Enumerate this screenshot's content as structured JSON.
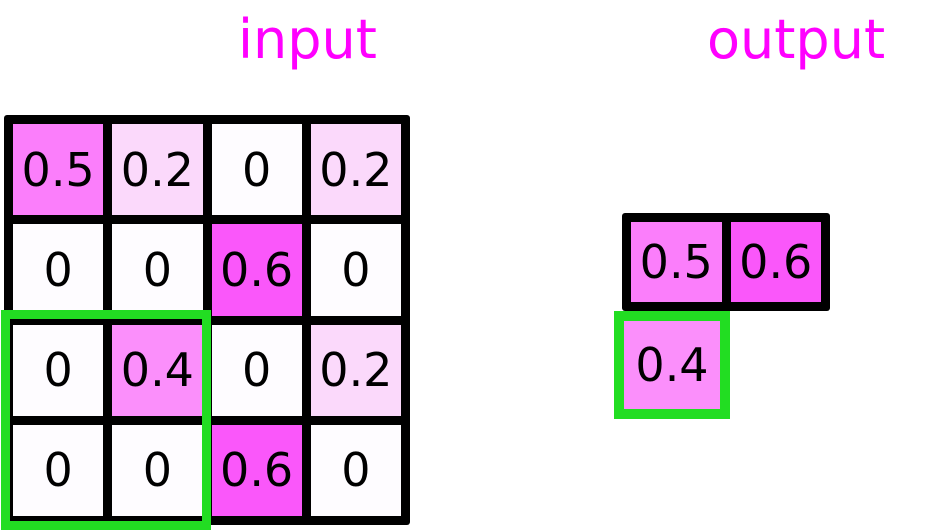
{
  "labels": {
    "input_title": "input",
    "output_title": "output"
  },
  "colors": {
    "title": "#ff00ff",
    "selection": "#22dd22",
    "grid_line": "#000000",
    "text": "#000000",
    "background": "#ffffff",
    "value_0": "#fefcff",
    "value_0.2": "#fbd9fb",
    "value_0.4": "#fb8ffb",
    "value_0.5": "#fb7efb",
    "value_0.6": "#f койot"
  },
  "input_grid": {
    "rows": 4,
    "cols": 4,
    "cells": [
      [
        {
          "value": "0.5",
          "color": "#fb7efb"
        },
        {
          "value": "0.2",
          "color": "#fbd9fb"
        },
        {
          "value": "0",
          "color": "#fefcff"
        },
        {
          "value": "0.2",
          "color": "#fbd9fb"
        }
      ],
      [
        {
          "value": "0",
          "color": "#fefcff"
        },
        {
          "value": "0",
          "color": "#fefcff"
        },
        {
          "value": "0.6",
          "color": "#fa57fa"
        },
        {
          "value": "0",
          "color": "#fefcff"
        }
      ],
      [
        {
          "value": "0",
          "color": "#fefcff"
        },
        {
          "value": "0.4",
          "color": "#fb8ffb"
        },
        {
          "value": "0",
          "color": "#fefcff"
        },
        {
          "value": "0.2",
          "color": "#fbd9fb"
        }
      ],
      [
        {
          "value": "0",
          "color": "#fefcff"
        },
        {
          "value": "0",
          "color": "#fefcff"
        },
        {
          "value": "0.6",
          "color": "#fa57fa"
        },
        {
          "value": "0",
          "color": "#fefcff"
        }
      ]
    ],
    "selection": {
      "row_start": 2,
      "row_end": 3,
      "col_start": 0,
      "col_end": 1
    }
  },
  "output_grid": {
    "rows": 2,
    "cols": 2,
    "cells": [
      [
        {
          "value": "0.5",
          "color": "#fb7efb"
        },
        {
          "value": "0.6",
          "color": "#fa57fa"
        }
      ],
      [
        {
          "value": "0.4",
          "color": "#fb8ffb"
        },
        {
          "value": "",
          "color": "#ffffff"
        }
      ]
    ],
    "selected_cell": {
      "row": 1,
      "col": 0,
      "value": "0.4",
      "color": "#fb8ffb"
    }
  }
}
